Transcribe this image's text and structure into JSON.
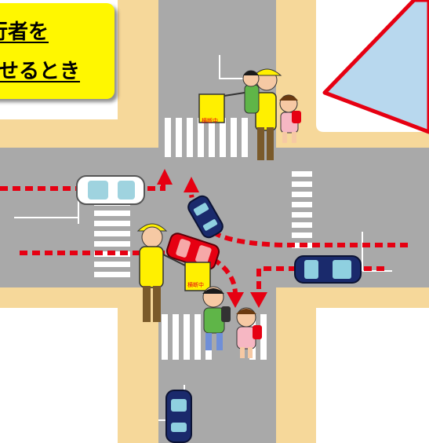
{
  "caption": {
    "line1": "行者を",
    "line2": "させるとき"
  },
  "sign_text": "横断中",
  "colors": {
    "road": "#a9a9a9",
    "sidewalk": "#f6d89a",
    "crosswalk": "#ffffff",
    "caption_bg": "#fff700",
    "arrow": "#e60012",
    "warning_triangle_fill": "#b8d8ee",
    "warning_triangle_stroke": "#e60012"
  },
  "icons": [
    "crossing-guard",
    "child-pedestrian",
    "white-car",
    "navy-car",
    "red-car",
    "yellow-flag-sign",
    "warning-triangle"
  ]
}
